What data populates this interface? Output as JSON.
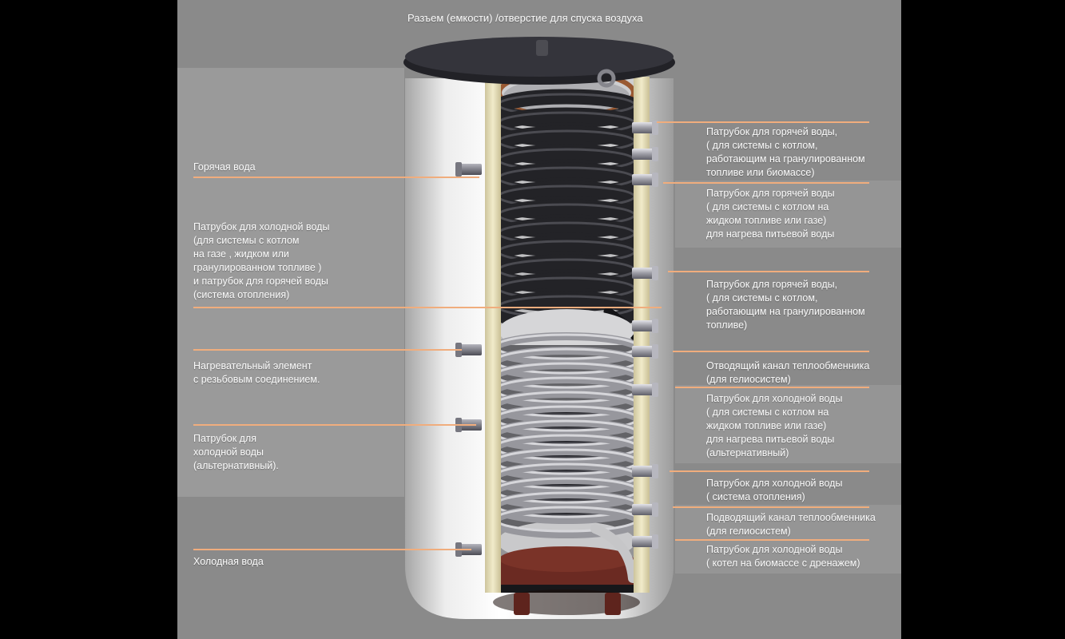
{
  "meta": {
    "accent_color": "#f0ad7d",
    "background_color": "#8a8a8a"
  },
  "top_label": "Разъем (емкости) /отверстие для  спуска воздуха",
  "left_labels": [
    "Горячая вода",
    "Патрубок для холодной воды\n(для системы с котлом\nна газе , жидком или\nгранулированном топливе )\nи патрубок для горячей воды\n(система отопления)",
    "Нагревательный элемент\nс резьбовым соединением.",
    "Патрубок для\nхолодной воды\n(альтернативный).",
    "Холодная вода"
  ],
  "right_labels": [
    "Патрубок для горячей воды,\n( для системы с котлом,\nработающим на гранулированном\nтопливе или биомассе)",
    "Патрубок для горячей воды\n( для системы с котлом на\nжидком топливе или газе)\nдля нагрева питьевой воды",
    "Патрубок для горячей воды,\n( для системы с котлом,\nработающим на гранулированном\nтопливе)",
    "Отводящий канал теплообменника\n(для гелиосистем)",
    "Патрубок для холодной воды\n( для системы с котлом на\nжидком топливе или газе)\nдля нагрева питьевой воды\n(альтернативный)",
    "Патрубок для холодной воды\n( система отопления)",
    "Подводящий канал теплообменника\n(для гелиосистем)",
    "Патрубок для холодной воды\n( котел на биомассе с дренажем)"
  ]
}
